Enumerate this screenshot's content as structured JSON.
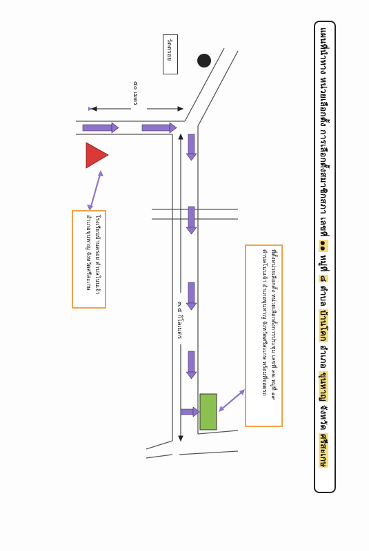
{
  "title": {
    "prefix": "แผนที่นำทาง หน่วยเลือกตั้ง การเลือกตั้งสมาชิกสภา เลขที่",
    "house_no": "๑๑",
    "mid1": "หมู่ที่",
    "moo": "๘",
    "mid2": "ตำบล",
    "tambon": "บ้านโคก",
    "mid3": "อำเภอ",
    "amphoe": "ขุนหาญ",
    "mid4": "จังหวัด",
    "province": "ศรีสะเกษ"
  },
  "temple_label": "วัดตรอย",
  "distance_top": "๕๐ เมตร",
  "distance_road": "๓.๕ กิโลเมตร",
  "school_callout": {
    "line1": "โรงเรียนบ้านตรอย ตำบลโนนเจ้า",
    "line2": "อำเภอขุนหาญ จังหวัดศรีสะเกษ"
  },
  "office_callout": {
    "line1": "ที่ตั้งหน่วยเลือกตั้ง หน่วยเลือกตั้งการประชุม เลขที่ ๓๒ หมู่ที่ ๑๙",
    "line2": "ตำบลโนนเจ้า อำเภอขุนหาญ จังหวัดศรีสะเกษ พร้อมที่จอดรถ"
  },
  "colors": {
    "road": "#555555",
    "arrow": "#8e74c9",
    "arrow_outline": "#3b2a6e",
    "triangle": "#d83a3a",
    "green_building": "#8cc152",
    "callout_border": "#f0a24a",
    "highlight": "#f7dd7a",
    "temple_dot": "#222222"
  },
  "icons": [
    "temple-dot-icon",
    "school-triangle-icon",
    "office-building-icon",
    "arrow-icon"
  ]
}
